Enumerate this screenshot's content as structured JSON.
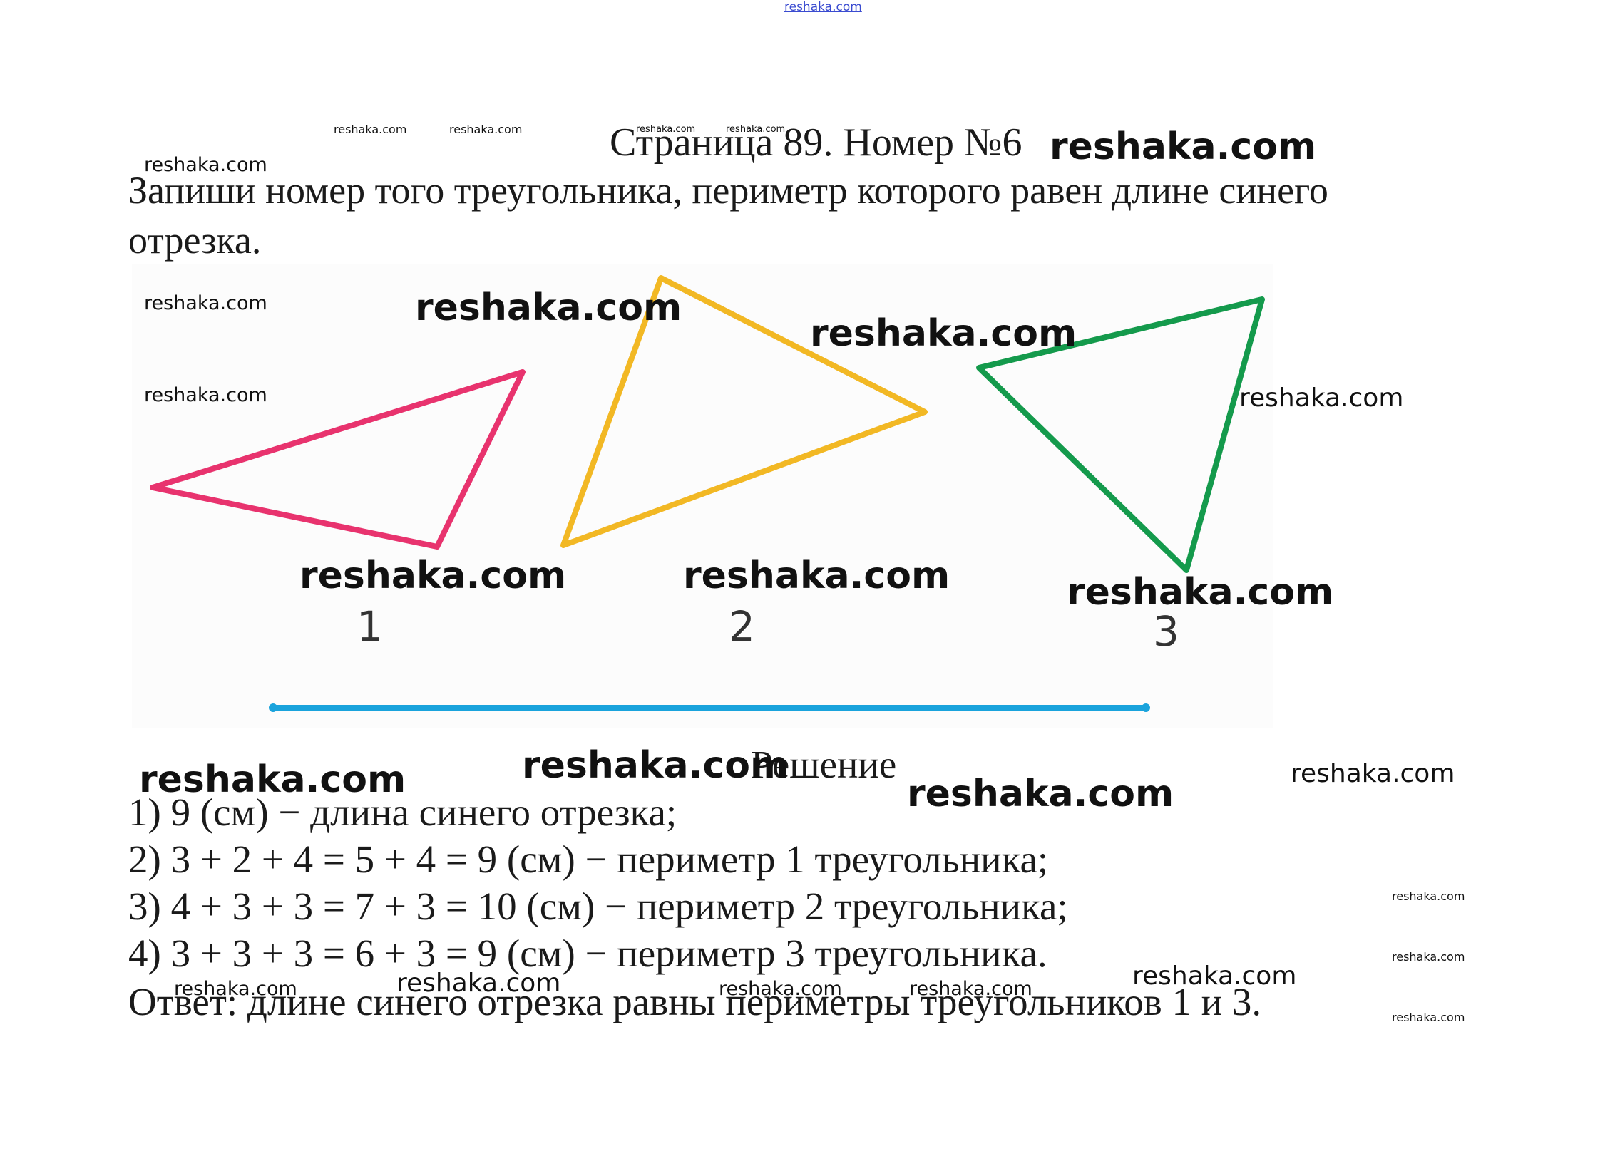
{
  "top_link": "reshaka.com",
  "title": "Страница 89. Номер №6",
  "task_line1": "Запиши номер того треугольника, периметр которого равен длине синего",
  "task_line2": "отрезка.",
  "figure": {
    "triangle_labels": [
      "1",
      "2",
      "3"
    ],
    "colors": {
      "triangle1": "#e8336e",
      "triangle2": "#f2b824",
      "triangle3": "#149a4c",
      "segment": "#1aa3dc"
    }
  },
  "solution": {
    "heading": "Решение",
    "lines": [
      "1) 9 (см) − длина синего отрезка;",
      "2) 3 + 2 + 4 = 5 + 4 = 9 (см) − периметр 1 треугольника;",
      "3) 4 + 3 + 3 = 7 + 3 = 10 (см) − периметр 2 треугольника;",
      "4) 3 + 3 + 3 = 6 + 3 = 9 (см) − периметр 3 треугольника."
    ],
    "answer": "Ответ: длине синего отрезка равны периметры треугольников 1 и 3."
  },
  "watermark": "reshaka.com"
}
